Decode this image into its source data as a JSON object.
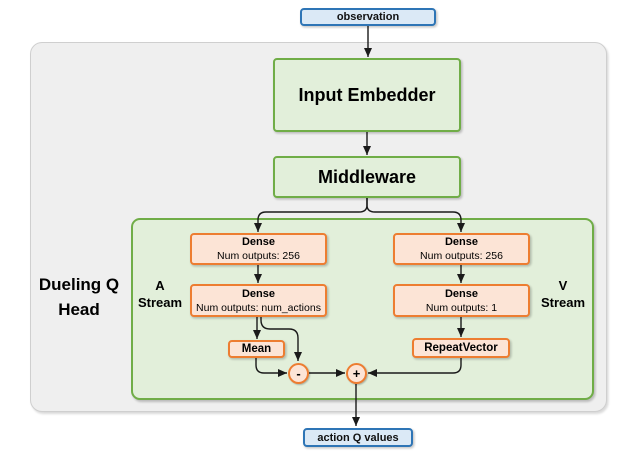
{
  "nodes": {
    "observation": {
      "label": "observation"
    },
    "input_embedder": {
      "label": "Input Embedder"
    },
    "middleware": {
      "label": "Middleware"
    },
    "dense_a1": {
      "title": "Dense",
      "subtitle": "Num outputs: 256"
    },
    "dense_a2": {
      "title": "Dense",
      "subtitle": "Num outputs: num_actions"
    },
    "dense_v1": {
      "title": "Dense",
      "subtitle": "Num outputs: 256"
    },
    "dense_v2": {
      "title": "Dense",
      "subtitle": "Num outputs: 1"
    },
    "mean": {
      "label": "Mean"
    },
    "repeat_vector": {
      "label": "RepeatVector"
    },
    "minus_op": {
      "label": "-"
    },
    "plus_op": {
      "label": "+"
    },
    "action_q_values": {
      "label": "action Q values"
    }
  },
  "labels": {
    "dueling_q_head": "Dueling Q Head",
    "a_stream": "A Stream",
    "v_stream": "V Stream"
  },
  "colors": {
    "blue_fill": "#dbe9f6",
    "blue_border": "#2e75b6",
    "green_fill": "#e2efda",
    "green_border": "#70ad47",
    "orange_fill": "#fce4d6",
    "orange_border": "#ed7d31",
    "container_fill": "#efefef",
    "container_border": "#cfcfcf",
    "arrow": "#1a1a1a"
  }
}
